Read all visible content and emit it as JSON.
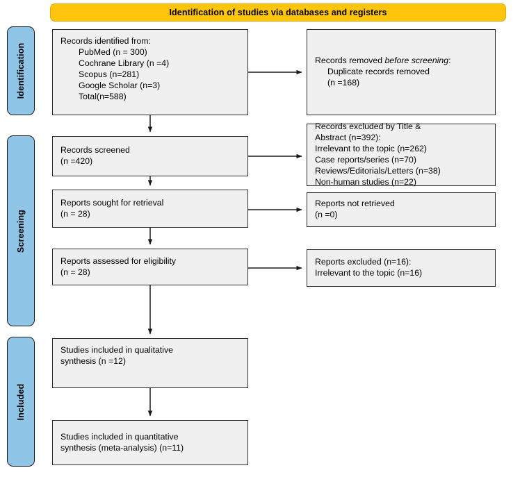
{
  "banner": {
    "title": "Identification of studies via databases and registers"
  },
  "stages": [
    {
      "id": "identification",
      "label": "Identification"
    },
    {
      "id": "screening",
      "label": "Screening"
    },
    {
      "id": "included",
      "label": "Included"
    }
  ],
  "boxes": {
    "identified": {
      "heading": "Records identified from:",
      "items": [
        "PubMed (n = 300)",
        "Cochrane Library (n =4)",
        "Scopus (n=281)",
        "Google Scholar (n=3)",
        "Total(n=588)"
      ]
    },
    "removed": {
      "line1_pre": "Records removed ",
      "line1_italic": "before screening",
      "line1_post": ":",
      "item1": "Duplicate records removed",
      "item2": "(n =168)"
    },
    "screened": {
      "line1": "Records screened",
      "line2": "(n =420)"
    },
    "excluded_title_abstract": {
      "line1": "Records excluded by Title &",
      "line2": "Abstract (n=392):",
      "line3": "Irrelevant to the topic (n=262)",
      "line4": "Case reports/series (n=70)",
      "line5": "Reviews/Editorials/Letters (n=38)",
      "line6": "Non-human studies (n=22)"
    },
    "sought": {
      "line1": "Reports sought for retrieval",
      "line2": "(n = 28)"
    },
    "not_retrieved": {
      "line1": "Reports not retrieved",
      "line2": "(n =0)"
    },
    "assessed": {
      "line1": "Reports assessed for eligibility",
      "line2": "(n = 28)"
    },
    "excluded_reports": {
      "line1": "Reports excluded (n=16):",
      "line2": "Irrelevant to the topic (n=16)"
    },
    "qualitative": {
      "line1": "Studies included in qualitative",
      "line2": "synthesis (n =12)"
    },
    "quantitative": {
      "line1": "Studies included in quantitative",
      "line2": "synthesis (meta-analysis) (n=11)"
    }
  },
  "colors": {
    "banner_fill": "#FFC40C",
    "stage_fill": "#8FC6E8",
    "box_fill": "#F0F0F0",
    "border": "#2b2b2b"
  },
  "chart_data": {
    "type": "diagram",
    "title": "PRISMA flow diagram",
    "nodes": [
      {
        "id": "identified",
        "stage": "Identification",
        "n": 588
      },
      {
        "id": "removed_before_screening",
        "stage": "Identification",
        "n": 168
      },
      {
        "id": "screened",
        "stage": "Screening",
        "n": 420
      },
      {
        "id": "excluded_title_abstract",
        "stage": "Screening",
        "n": 392
      },
      {
        "id": "sought_for_retrieval",
        "stage": "Screening",
        "n": 28
      },
      {
        "id": "not_retrieved",
        "stage": "Screening",
        "n": 0
      },
      {
        "id": "assessed_for_eligibility",
        "stage": "Screening",
        "n": 28
      },
      {
        "id": "reports_excluded",
        "stage": "Screening",
        "n": 16
      },
      {
        "id": "qualitative_synthesis",
        "stage": "Included",
        "n": 12
      },
      {
        "id": "quantitative_synthesis",
        "stage": "Included",
        "n": 11
      }
    ],
    "sources": [
      {
        "name": "PubMed",
        "n": 300
      },
      {
        "name": "Cochrane Library",
        "n": 4
      },
      {
        "name": "Scopus",
        "n": 281
      },
      {
        "name": "Google Scholar",
        "n": 3
      }
    ],
    "exclusion_reasons_title_abstract": [
      {
        "reason": "Irrelevant to the topic",
        "n": 262
      },
      {
        "reason": "Case reports/series",
        "n": 70
      },
      {
        "reason": "Reviews/Editorials/Letters",
        "n": 38
      },
      {
        "reason": "Non-human studies",
        "n": 22
      }
    ],
    "exclusion_reasons_full_text": [
      {
        "reason": "Irrelevant to the topic",
        "n": 16
      }
    ],
    "edges": [
      {
        "from": "identified",
        "to": "removed_before_screening"
      },
      {
        "from": "identified",
        "to": "screened"
      },
      {
        "from": "screened",
        "to": "excluded_title_abstract"
      },
      {
        "from": "screened",
        "to": "sought_for_retrieval"
      },
      {
        "from": "sought_for_retrieval",
        "to": "not_retrieved"
      },
      {
        "from": "sought_for_retrieval",
        "to": "assessed_for_eligibility"
      },
      {
        "from": "assessed_for_eligibility",
        "to": "reports_excluded"
      },
      {
        "from": "assessed_for_eligibility",
        "to": "qualitative_synthesis"
      },
      {
        "from": "qualitative_synthesis",
        "to": "quantitative_synthesis"
      }
    ]
  }
}
